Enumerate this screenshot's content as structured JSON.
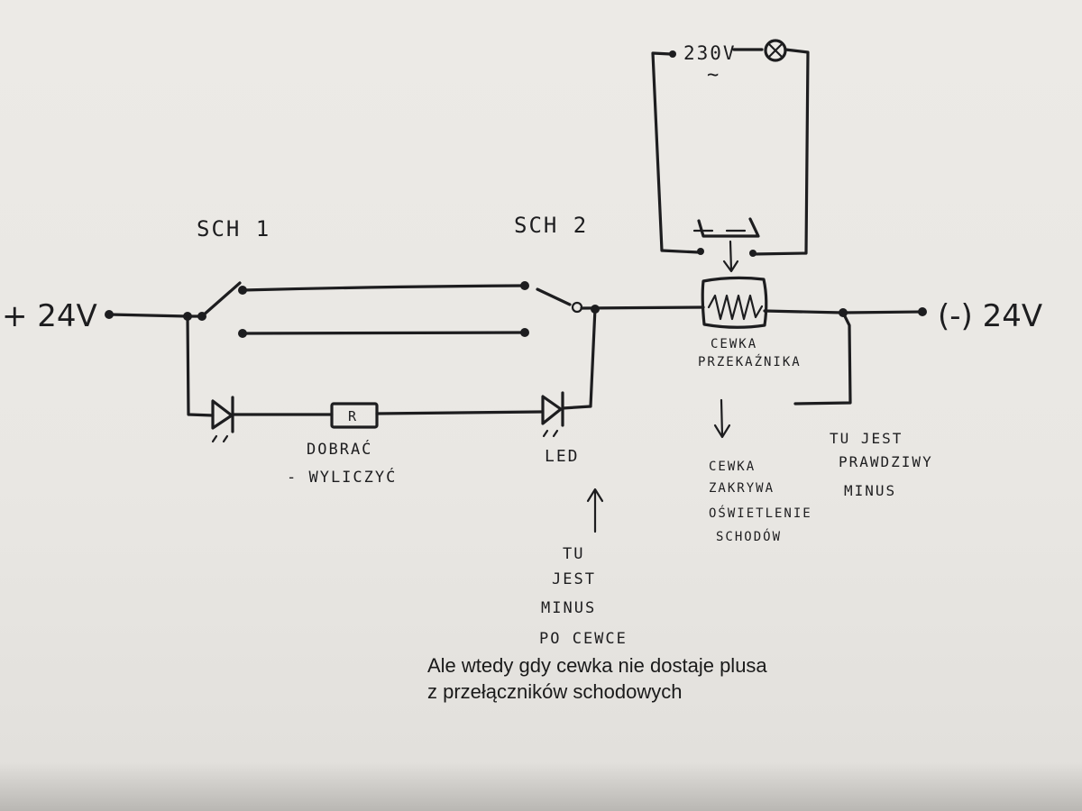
{
  "labels": {
    "plus_supply": "+ 24V",
    "minus_supply": "(-) 24V",
    "switch1": "SCH 1",
    "switch2": "SCH 2",
    "mains": "230V",
    "mains_ac": "~",
    "resistor": "R",
    "resistor_note": [
      "DOBRAĆ",
      "- WYLICZYĆ"
    ],
    "led": "LED",
    "coil": [
      "CEWKA",
      "PRZEKAŹNIKA"
    ],
    "coil_note": [
      "CEWKA",
      "ZAKRYWA",
      "OŚWIETLENIE",
      "SCHODÓW"
    ],
    "true_minus_note": [
      "TU JEST",
      "PRAWDZIWY",
      "MINUS"
    ],
    "minus_after_coil_note": [
      "TU",
      "JEST",
      "MINUS",
      "PO CEWCE"
    ]
  },
  "annotation": {
    "line1": "Ale wtedy gdy cewka nie dostaje plusa",
    "line2": "z przełączników schodowych"
  }
}
